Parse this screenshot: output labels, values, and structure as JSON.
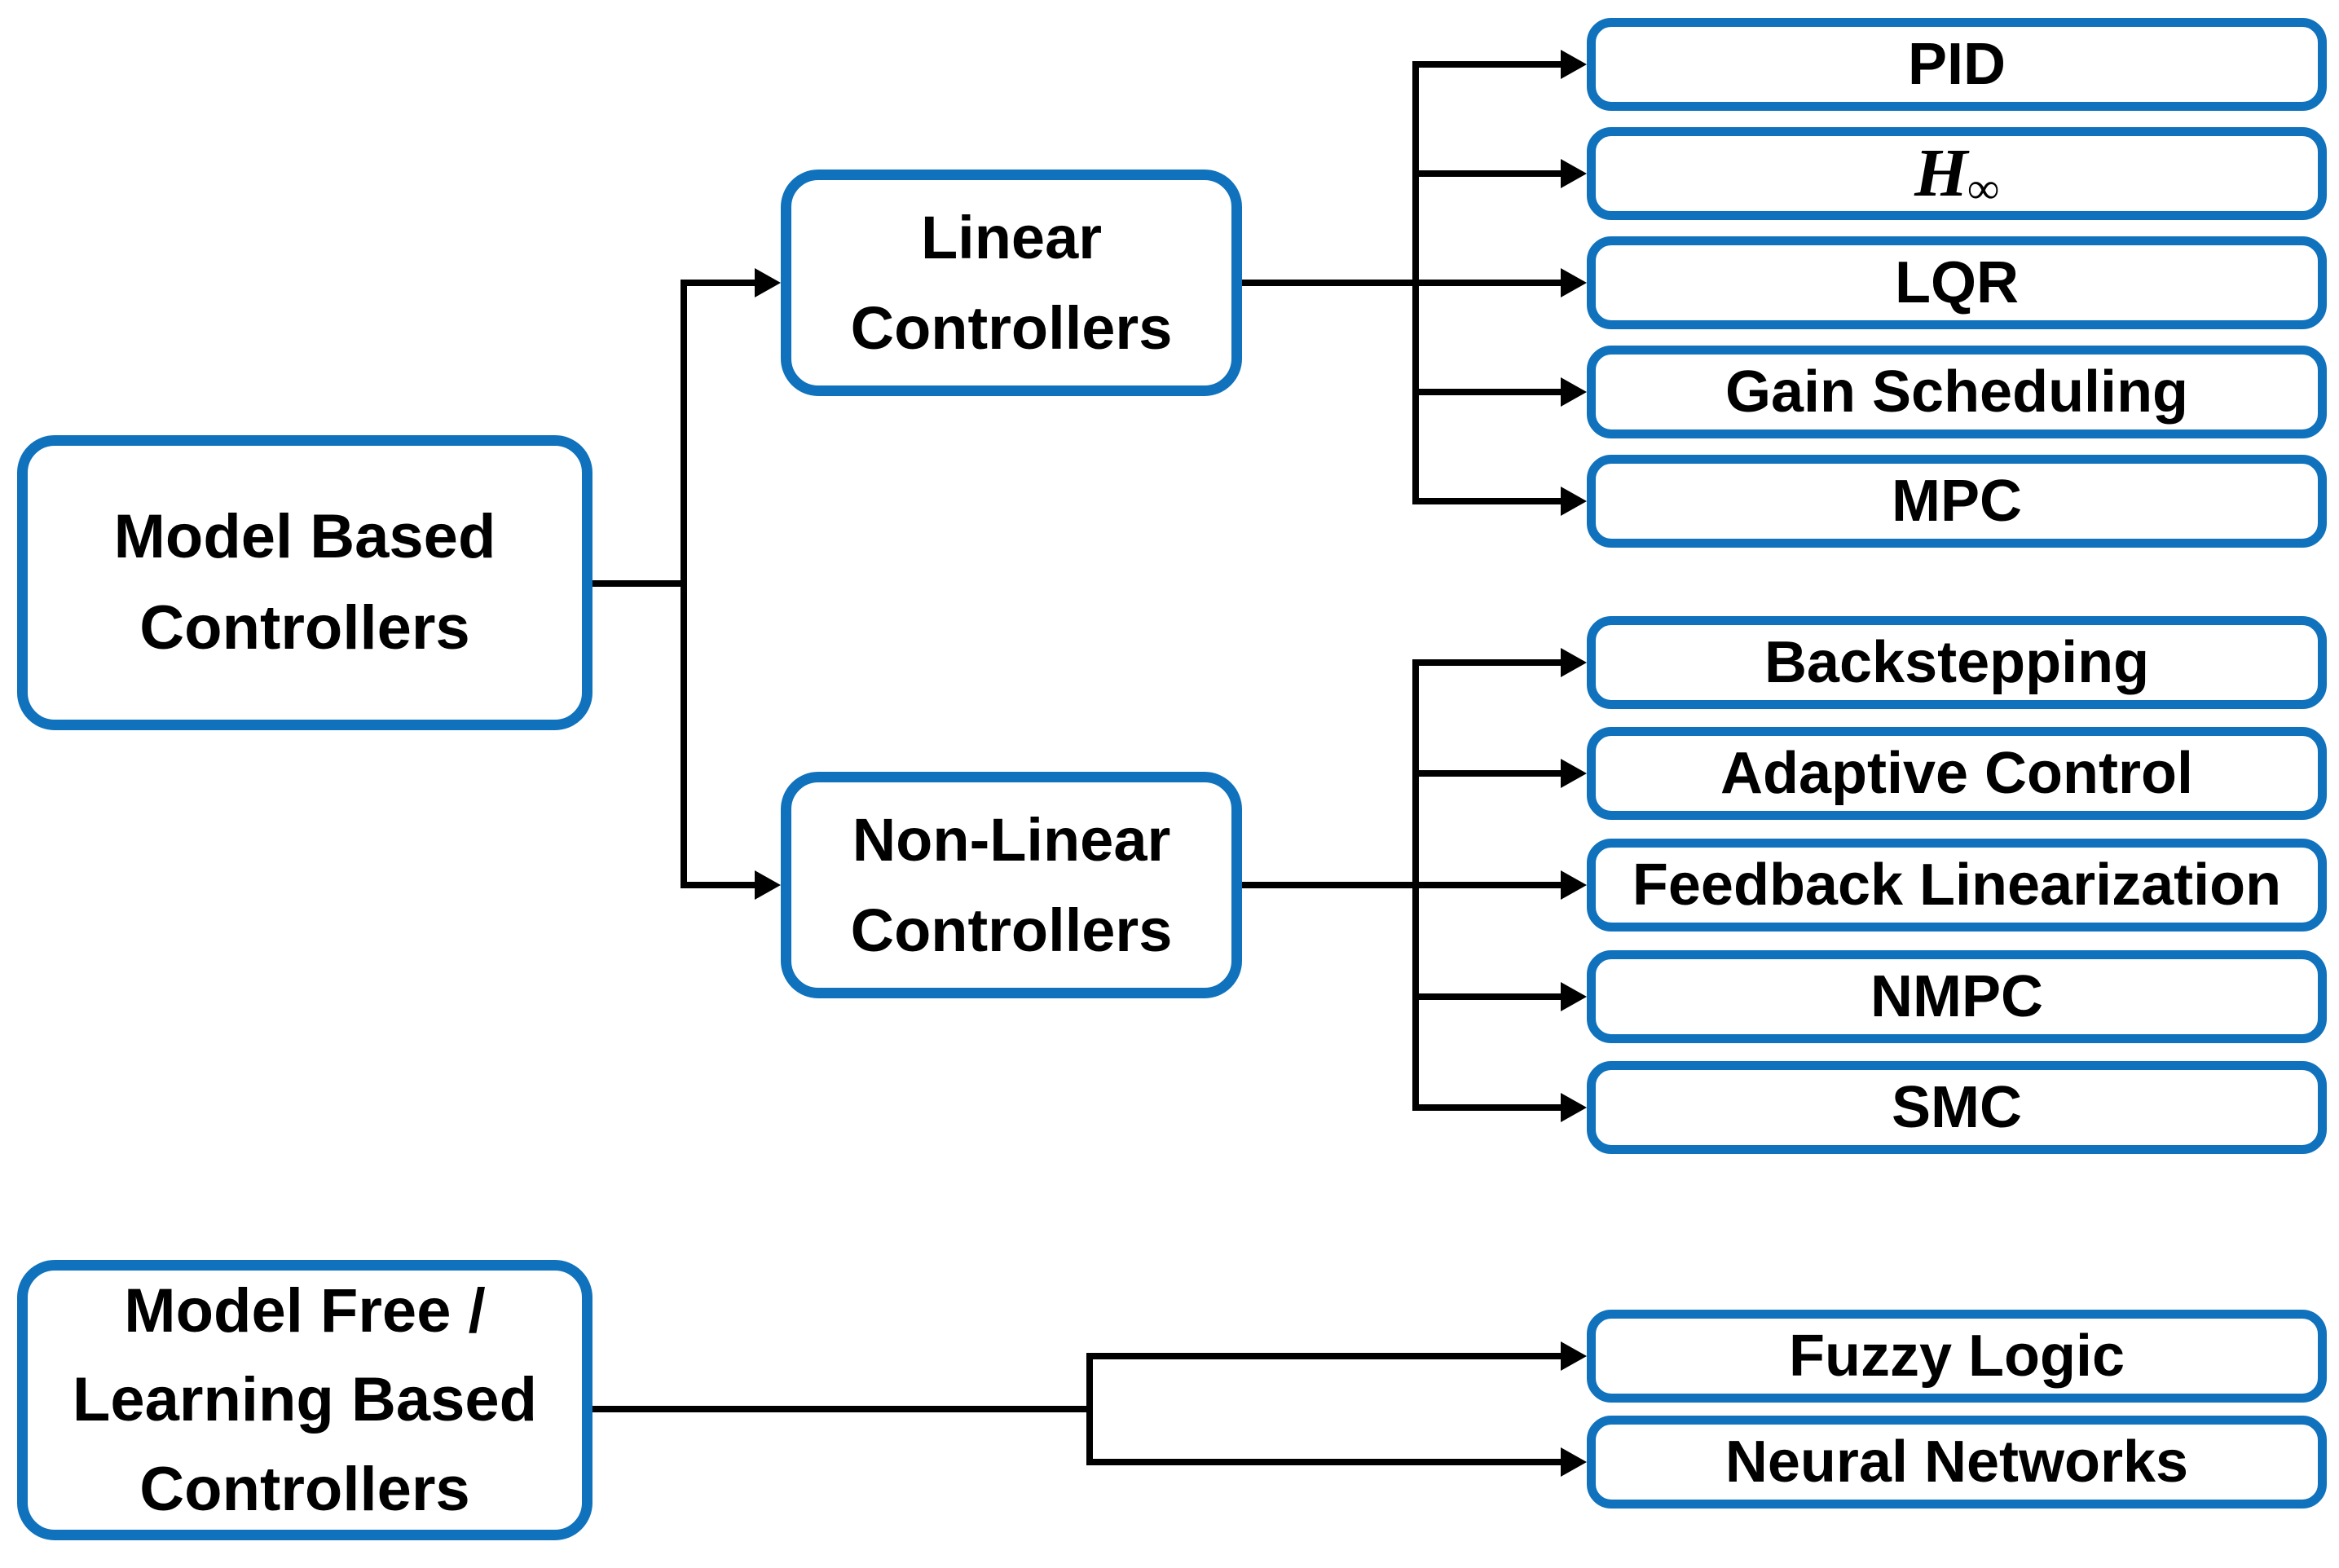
{
  "colors": {
    "box_border": "#1072BC",
    "box_fill": "#FFFFFF",
    "connector": "#000000",
    "text": "#000000",
    "background": "#FFFFFF"
  },
  "diagram": {
    "model_based": {
      "lines": [
        "Model Based",
        "Controllers"
      ]
    },
    "linear": {
      "lines": [
        "Linear",
        "Controllers"
      ]
    },
    "nonlinear": {
      "lines": [
        "Non-Linear",
        "Controllers"
      ]
    },
    "model_free": {
      "lines": [
        "Model Free /",
        "Learning Based",
        "Controllers"
      ]
    },
    "linear_children": [
      {
        "label": "PID"
      },
      {
        "label": "H",
        "subscript": "∞"
      },
      {
        "label": "LQR"
      },
      {
        "label": "Gain Scheduling"
      },
      {
        "label": "MPC"
      }
    ],
    "nonlinear_children": [
      {
        "label": "Backstepping"
      },
      {
        "label": "Adaptive Control"
      },
      {
        "label": "Feedback Linearization"
      },
      {
        "label": "NMPC"
      },
      {
        "label": "SMC"
      }
    ],
    "model_free_children": [
      {
        "label": "Fuzzy Logic"
      },
      {
        "label": "Neural Networks"
      }
    ]
  }
}
